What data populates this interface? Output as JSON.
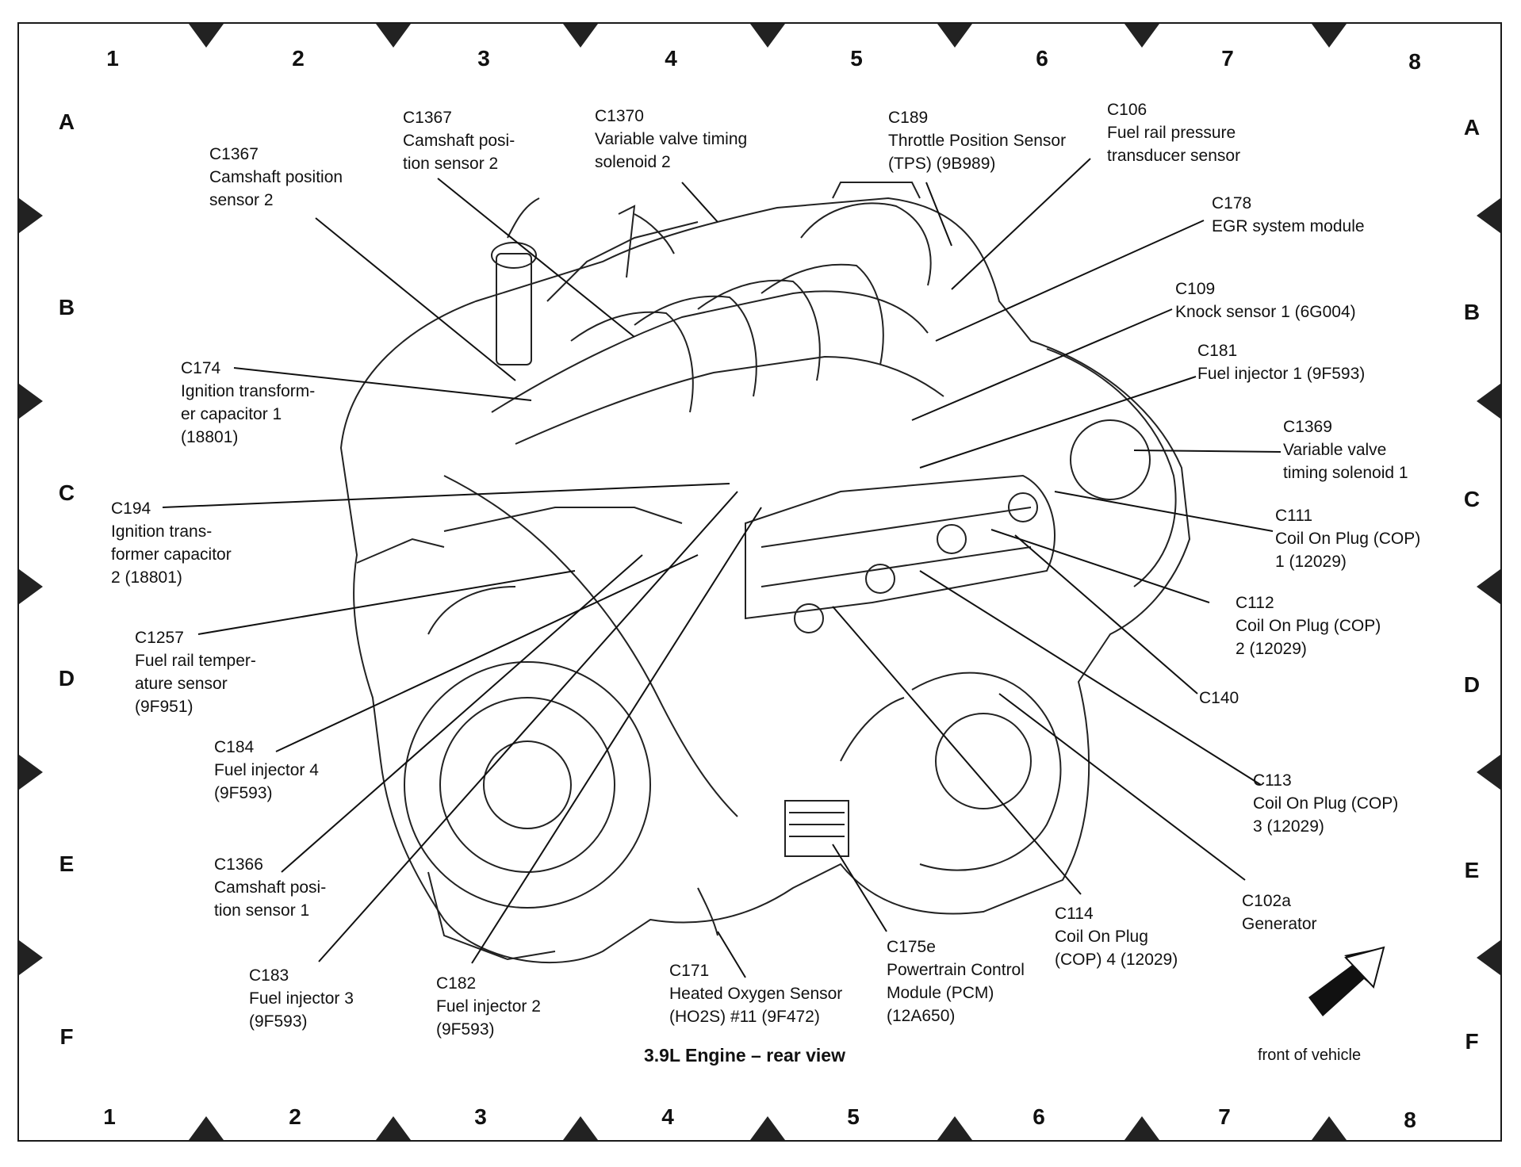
{
  "grid": {
    "columns": [
      "1",
      "2",
      "3",
      "4",
      "5",
      "6",
      "7",
      "8"
    ],
    "rows": [
      "A",
      "B",
      "C",
      "D",
      "E",
      "F"
    ]
  },
  "title": "3.9L Engine – rear view",
  "orientation_label": "front of vehicle",
  "callouts": [
    {
      "id": "C1367a",
      "code": "C1367",
      "desc": "Camshaft position\nsensor 2"
    },
    {
      "id": "C1367b",
      "code": "C1367",
      "desc": "Camshaft posi-\ntion sensor 2"
    },
    {
      "id": "C1370",
      "code": "C1370",
      "desc": "Variable valve timing\nsolenoid 2"
    },
    {
      "id": "C189",
      "code": "C189",
      "desc": "Throttle Position Sensor\n(TPS) (9B989)"
    },
    {
      "id": "C106",
      "code": "C106",
      "desc": "Fuel rail pressure\ntransducer sensor"
    },
    {
      "id": "C178",
      "code": "C178",
      "desc": "EGR system module"
    },
    {
      "id": "C109",
      "code": "C109",
      "desc": "Knock sensor 1 (6G004)"
    },
    {
      "id": "C181",
      "code": "C181",
      "desc": "Fuel injector 1 (9F593)"
    },
    {
      "id": "C1369",
      "code": "C1369",
      "desc": "Variable valve\ntiming solenoid 1"
    },
    {
      "id": "C111",
      "code": "C111",
      "desc": "Coil On Plug (COP)\n1 (12029)"
    },
    {
      "id": "C112",
      "code": "C112",
      "desc": "Coil On Plug (COP)\n2 (12029)"
    },
    {
      "id": "C140",
      "code": "C140",
      "desc": ""
    },
    {
      "id": "C113",
      "code": "C113",
      "desc": "Coil On Plug (COP)\n3 (12029)"
    },
    {
      "id": "C102a",
      "code": "C102a",
      "desc": "Generator"
    },
    {
      "id": "C114",
      "code": "C114",
      "desc": "Coil On Plug\n(COP) 4 (12029)"
    },
    {
      "id": "C175e",
      "code": "C175e",
      "desc": "Powertrain Control\nModule (PCM)\n(12A650)"
    },
    {
      "id": "C171",
      "code": "C171",
      "desc": "Heated Oxygen Sensor\n(HO2S) #11 (9F472)"
    },
    {
      "id": "C182",
      "code": "C182",
      "desc": "Fuel injector 2\n(9F593)"
    },
    {
      "id": "C183",
      "code": "C183",
      "desc": "Fuel injector 3\n(9F593)"
    },
    {
      "id": "C1366",
      "code": "C1366",
      "desc": "Camshaft posi-\ntion sensor 1"
    },
    {
      "id": "C184",
      "code": "C184",
      "desc": "Fuel injector 4\n(9F593)"
    },
    {
      "id": "C1257",
      "code": "C1257",
      "desc": "Fuel rail temper-\nature sensor\n(9F951)"
    },
    {
      "id": "C194",
      "code": "C194",
      "desc": "Ignition trans-\nformer capacitor\n2 (18801)"
    },
    {
      "id": "C174",
      "code": "C174",
      "desc": "Ignition transform-\ner capacitor 1\n(18801)"
    }
  ]
}
